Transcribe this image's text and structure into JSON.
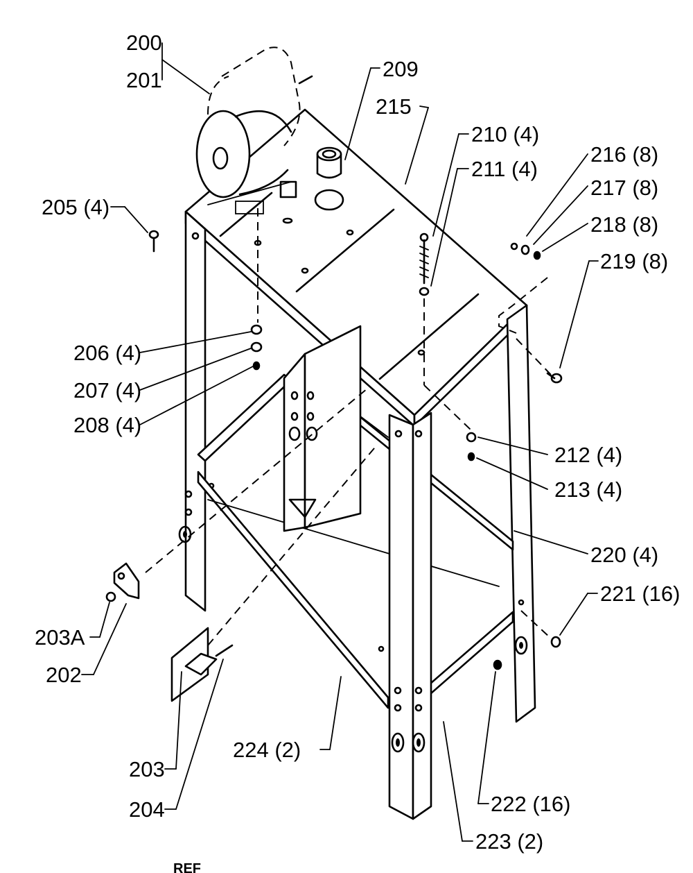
{
  "callouts": [
    {
      "id": "200",
      "text": "200"
    },
    {
      "id": "201",
      "text": "201"
    },
    {
      "id": "202",
      "text": "202"
    },
    {
      "id": "203",
      "text": "203"
    },
    {
      "id": "203A",
      "text": "203A"
    },
    {
      "id": "204",
      "text": "204"
    },
    {
      "id": "205",
      "text": "205 (4)"
    },
    {
      "id": "206",
      "text": "206 (4)"
    },
    {
      "id": "207",
      "text": "207 (4)"
    },
    {
      "id": "208",
      "text": "208 (4)"
    },
    {
      "id": "209",
      "text": "209"
    },
    {
      "id": "210",
      "text": "210 (4)"
    },
    {
      "id": "211",
      "text": "211 (4)"
    },
    {
      "id": "212",
      "text": "212 (4)"
    },
    {
      "id": "213",
      "text": "213 (4)"
    },
    {
      "id": "215",
      "text": "215"
    },
    {
      "id": "216",
      "text": "216 (8)"
    },
    {
      "id": "217",
      "text": "217 (8)"
    },
    {
      "id": "218",
      "text": "218 (8)"
    },
    {
      "id": "219",
      "text": "219 (8)"
    },
    {
      "id": "220",
      "text": "220 (4)"
    },
    {
      "id": "221",
      "text": "221 (16)"
    },
    {
      "id": "222",
      "text": "222 (16)"
    },
    {
      "id": "223",
      "text": "223 (2)"
    },
    {
      "id": "224",
      "text": "224 (2)"
    }
  ],
  "footer_fragment": "REF"
}
